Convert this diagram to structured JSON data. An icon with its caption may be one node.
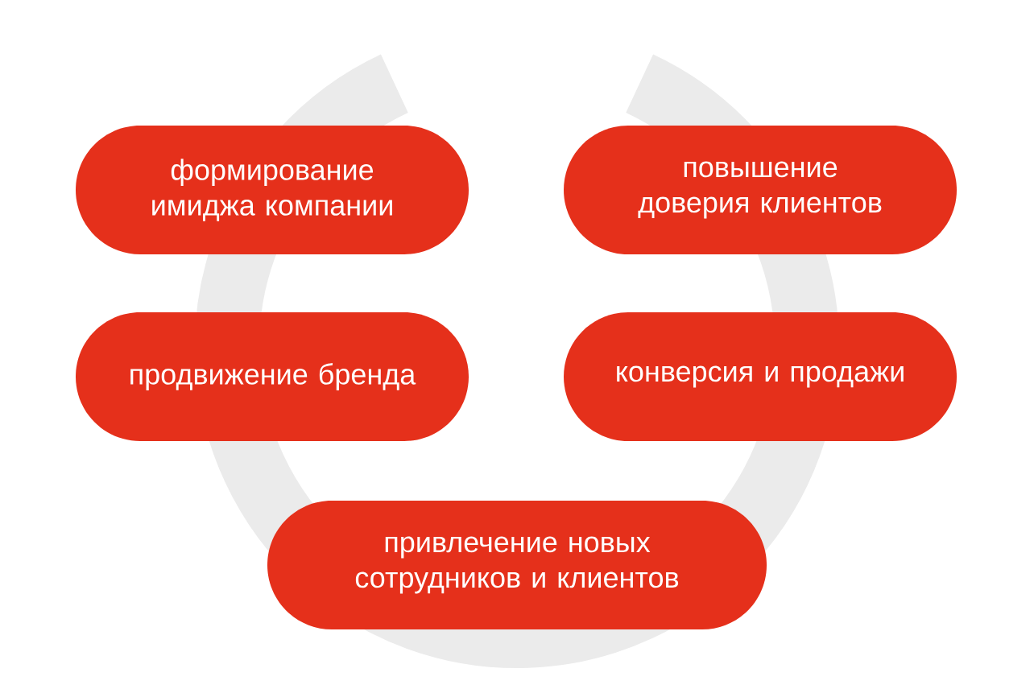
{
  "diagram": {
    "nodes": [
      {
        "text": [
          "формирование имиджа компании"
        ]
      },
      {
        "text": [
          "повышение доверия клиентов"
        ]
      },
      {
        "text": [
          "продвижение бренда"
        ]
      },
      {
        "text": [
          "конверсия и продажи"
        ]
      },
      {
        "text": [
          "привлечение новых сотрудников и клиентов"
        ]
      }
    ]
  }
}
